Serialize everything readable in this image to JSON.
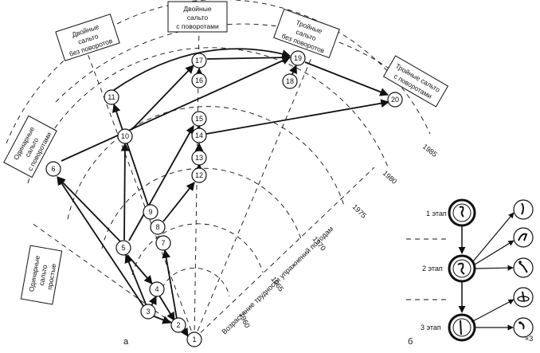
{
  "panels": {
    "left": "а",
    "right": "б"
  },
  "axis_caption": "Возрастание трудности упражнений по годам",
  "years": [
    "1960",
    "1965",
    "1970",
    "1975",
    "1980",
    "1985"
  ],
  "categories": [
    {
      "id": "single-simple",
      "lines": [
        "Одинарные",
        "сальто",
        "простые"
      ]
    },
    {
      "id": "single-twist",
      "lines": [
        "Одинарные",
        "сальто",
        "с поворотами"
      ]
    },
    {
      "id": "double-simple",
      "lines": [
        "Двойные",
        "сальто",
        "без поворотов"
      ]
    },
    {
      "id": "double-twist",
      "lines": [
        "Двойные",
        "сальто",
        "с поворотами"
      ]
    },
    {
      "id": "triple-simple",
      "lines": [
        "Тройные",
        "сальто",
        "без поворотов"
      ]
    },
    {
      "id": "triple-twist",
      "lines": [
        "Тройные сальто",
        "с поворотами"
      ]
    }
  ],
  "nodes": [
    "1",
    "2",
    "3",
    "4",
    "5",
    "6",
    "7",
    "8",
    "9",
    "10",
    "11",
    "12",
    "13",
    "14",
    "15",
    "16",
    "17",
    "18",
    "19",
    "20"
  ],
  "stages": [
    "1 этап",
    "2 этап",
    "3 этап"
  ],
  "multiplier": "×3",
  "colors": {
    "ink": "#111111",
    "paper": "#ffffff"
  }
}
